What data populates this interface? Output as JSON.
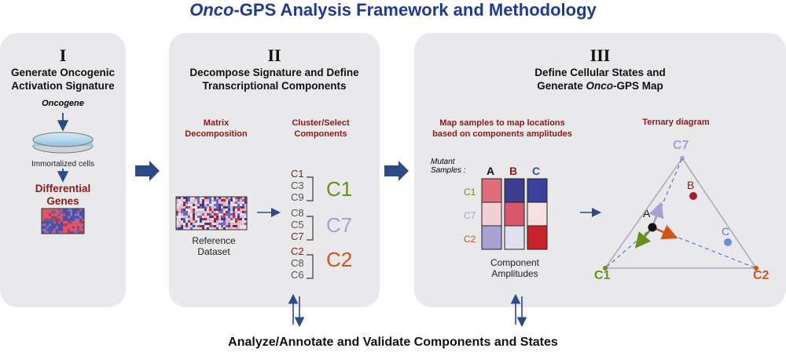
{
  "title": {
    "prefix": "Onco",
    "suffix": "-GPS Analysis Framework and Methodology"
  },
  "panel1": {
    "numeral": "I",
    "heading": [
      "Generate Oncogenic",
      "Activation Signature"
    ],
    "oncogene": "Oncogene",
    "cells": "Immortalized cells",
    "differential": [
      "Differential",
      "Genes"
    ]
  },
  "panel2": {
    "numeral": "II",
    "heading": [
      "Decompose Signature and Define",
      "Transcriptional Components"
    ],
    "matrix_label": [
      "Matrix",
      "Decomposition"
    ],
    "cluster_label": [
      "Cluster/Select",
      "Components"
    ],
    "reference": [
      "Reference",
      "Dataset"
    ],
    "groups": [
      {
        "items": [
          "C1",
          "C3",
          "C9"
        ],
        "label": "C1",
        "label_color": "#6a8f1a"
      },
      {
        "items": [
          "C8",
          "C5",
          "C7"
        ],
        "label": "C7",
        "label_color": "#a99fd1"
      },
      {
        "items": [
          "C2",
          "C8",
          "C6"
        ],
        "label": "C2",
        "label_color": "#d1541a"
      }
    ]
  },
  "panel3": {
    "numeral": "III",
    "heading_line1": "Define Cellular States and",
    "heading_line2_a": "Generate ",
    "heading_line2_b": "Onco",
    "heading_line2_c": "-GPS Map",
    "map_label": [
      "Map samples to map locations",
      "based on components amplitudes"
    ],
    "ternary_label": "Ternary diagram",
    "mutant": [
      "Mutant",
      "Samples :"
    ],
    "samples": [
      "A",
      "B",
      "C"
    ],
    "rows": [
      "C1",
      "C7",
      "C2"
    ],
    "component_amp": [
      "Component",
      "Amplitudes"
    ],
    "vertices": [
      "C7",
      "C1",
      "C2"
    ],
    "points": [
      "A",
      "B",
      "C"
    ]
  },
  "bottom": "Analyze/Annotate and Validate Components and States",
  "colors": {
    "arrow": "#2c4a8a",
    "dark_red": "#8b1a1a",
    "c1": "#6a8f1a",
    "c7": "#a99fd1",
    "c2": "#d1541a",
    "navy": "#1f3a93"
  }
}
